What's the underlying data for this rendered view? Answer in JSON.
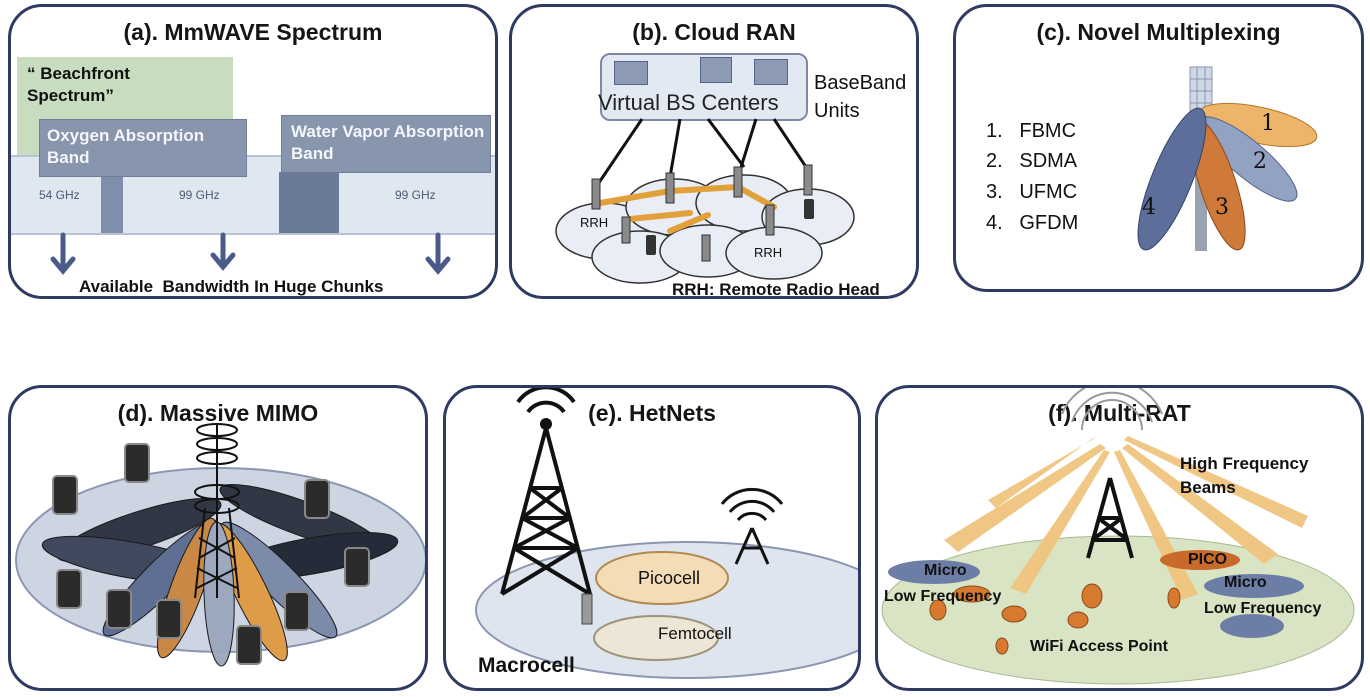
{
  "panels": {
    "a": {
      "title": "(a). MmWAVE Spectrum",
      "beachfront": "“ Beachfront Spectrum”",
      "oxygen": "Oxygen Absorption Band",
      "water": "Water Vapor Absorption Band",
      "freq1": "54 GHz",
      "freq2": "99 GHz",
      "freq3": "99 GHz",
      "caption": "Available  Bandwidth In Huge Chunks"
    },
    "b": {
      "title": "(b). Cloud RAN",
      "virtual": "Virtual BS Centers",
      "baseband": "BaseBand Units",
      "rrh1": "RRH",
      "rrh2": "RRH",
      "caption": "RRH: Remote Radio Head"
    },
    "c": {
      "title": "(c). Novel Multiplexing",
      "items": [
        "1.   FBMC",
        "2.   SDMA",
        "3.   UFMC",
        "4.   GFDM"
      ],
      "beam_labels": [
        "1",
        "2",
        "3",
        "4"
      ]
    },
    "d": {
      "title": "(d). Massive MIMO"
    },
    "e": {
      "title": "(e). HetNets",
      "picocell": "Picocell",
      "femtocell": "Femtocell",
      "macrocell": "Macrocell"
    },
    "f": {
      "title": "(f). Multi-RAT",
      "hf": "High Frequency Beams",
      "pico": "PICO",
      "micro_left": "Micro",
      "micro_right": "Micro",
      "lf_left": "Low Frequency",
      "lf_right": "Low Frequency",
      "wifi": "WiFi Access Point"
    }
  },
  "colors": {
    "panel_border": "#2f3a63",
    "band_box": "#8795ad",
    "band_strip": "#dfe7f1",
    "beachfront_bg": "#c8dcc0",
    "arrow": "#4a5a8a",
    "orange": "#e2a03a",
    "steel": "#6d7ea6",
    "ground_green": "#d8e4c4"
  }
}
